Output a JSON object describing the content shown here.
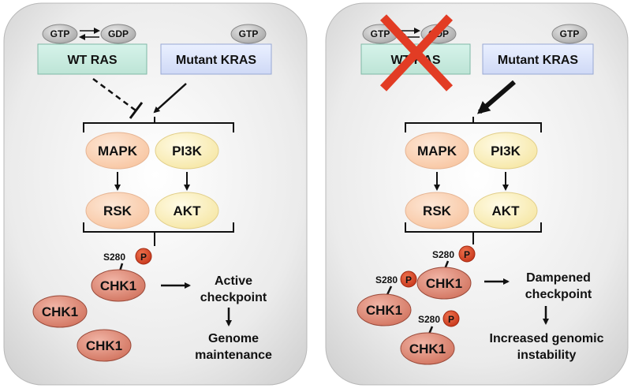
{
  "left_panel": {
    "gtp_left": "GTP",
    "gdp": "GDP",
    "gtp_right": "GTP",
    "wt_ras": "WT RAS",
    "mutant_kras": "Mutant KRAS",
    "mapk": "MAPK",
    "pi3k": "PI3K",
    "rsk": "RSK",
    "akt": "AKT",
    "s280": "S280",
    "p": "P",
    "chk1_active": "CHK1",
    "chk1_a": "CHK1",
    "chk1_b": "CHK1",
    "outcome_1_line1": "Active",
    "outcome_1_line2": "checkpoint",
    "outcome_2_line1": "Genome",
    "outcome_2_line2": "maintenance"
  },
  "right_panel": {
    "gtp_left": "GTP",
    "gdp": "GDP",
    "gtp_right": "GTP",
    "wt_ras": "WT RAS",
    "mutant_kras": "Mutant KRAS",
    "mapk": "MAPK",
    "pi3k": "PI3K",
    "rsk": "RSK",
    "akt": "AKT",
    "s280_main": "S280",
    "p_main": "P",
    "chk1_main": "CHK1",
    "s280_left": "S280",
    "p_left": "P",
    "chk1_left": "CHK1",
    "s280_bottom": "S280",
    "p_bottom": "P",
    "chk1_bottom": "CHK1",
    "outcome_1_line1": "Dampened",
    "outcome_1_line2": "checkpoint",
    "outcome_2_line1": "Increased genomic",
    "outcome_2_line2": "instability"
  },
  "colors": {
    "wt_ras_fill": "#c8ece0",
    "mutant_kras_fill": "#dfe6fa",
    "mapk_rsk_fill": "#fcd9bf",
    "pi3k_akt_fill": "#fcf4cc",
    "chk1_fill": "#e08a76",
    "phospho_fill": "#d9401e",
    "cross_color": "#e23c24",
    "gtp_fill": "#c4c4c4"
  }
}
